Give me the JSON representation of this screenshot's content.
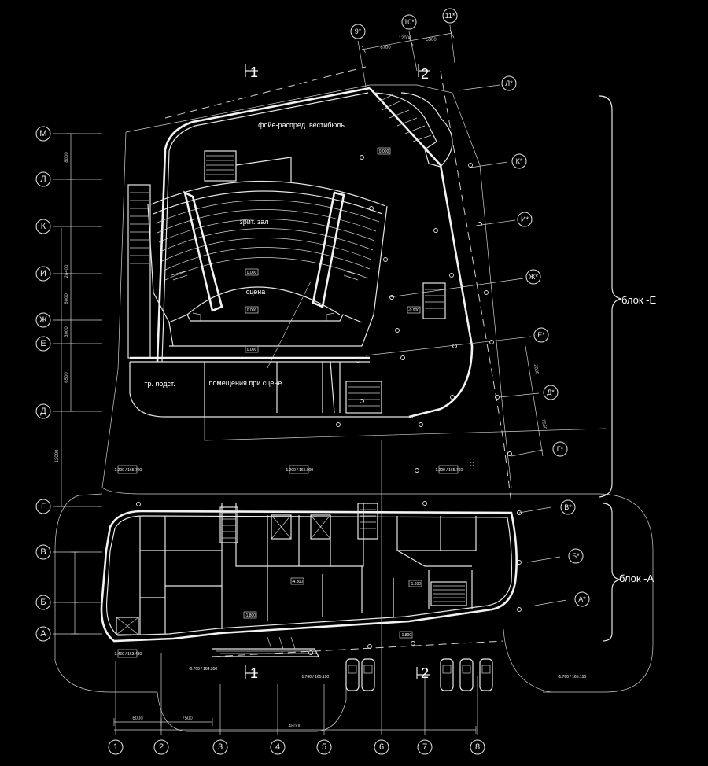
{
  "left_axes": [
    "М",
    "Л",
    "К",
    "И",
    "Ж",
    "Е",
    "Д",
    "Г",
    "В",
    "Б",
    "А"
  ],
  "bottom_axes": [
    "1",
    "2",
    "3",
    "4",
    "5",
    "6",
    "7",
    "8"
  ],
  "top_axes": [
    "9*",
    "10*",
    "11*"
  ],
  "right_axes": [
    "Л*",
    "К*",
    "И*",
    "Ж*",
    "Е*",
    "Д*",
    "Г*",
    "В*",
    "Б*",
    "А*"
  ],
  "rooms": {
    "foyer": "фойе-распред. вестибюль",
    "hall": "зрит. зал",
    "stage": "сцена",
    "transformer": "тр. подст.",
    "backstage": "помещения при сцене"
  },
  "blocks": {
    "e": "блок  -Е",
    "a": "блок  -А"
  },
  "sections": {
    "s1_top": "1",
    "s2_top": "2",
    "s1_bottom": "1",
    "s2_bottom": "2"
  },
  "dims": {
    "top_a": "12000",
    "top_b": "6700",
    "top_c": "5300",
    "left_total": "13000",
    "left_a": "8000",
    "left_b": "28400",
    "left_c": "6000",
    "left_d": "3000",
    "left_e": "6500",
    "bottom_a": "6000",
    "bottom_b": "7500",
    "bottom_total": "48000",
    "right_a": "2000",
    "right_b": "7560"
  },
  "elevations": {
    "e1": "-1.200 / 165.700",
    "e2": "-1.200 / 165.900",
    "e3": "-1.200 / 165.760",
    "e4": "-3.460 / 163.430",
    "e5": "-0.700 / 164.350",
    "e6": "-1.760 / 165.150",
    "e7": "-1.760 / 165.150",
    "e8": "0.000",
    "e9": "-0.900",
    "e10": "-1.800",
    "e11": "-4.800",
    "e12": "-1.600",
    "e13": "-1.800"
  }
}
